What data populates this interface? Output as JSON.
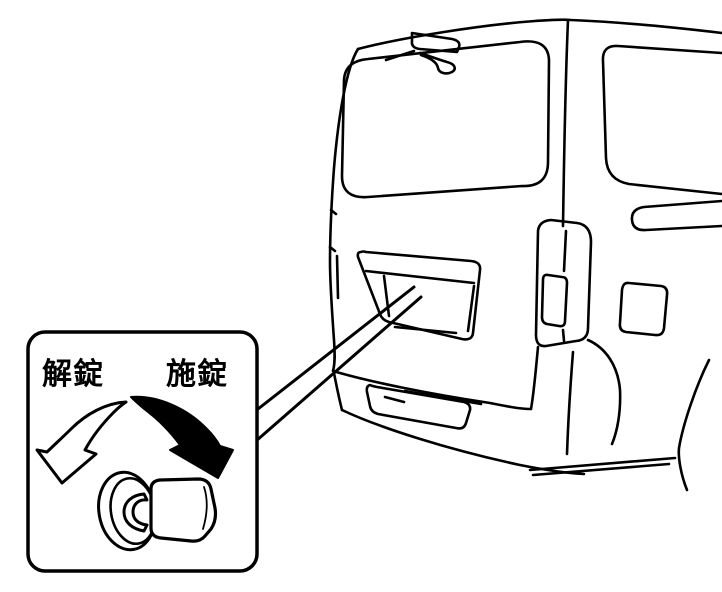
{
  "callout": {
    "unlock_label": "解錠",
    "lock_label": "施錠"
  },
  "colors": {
    "line": "#000000",
    "background": "#ffffff",
    "unlock_arrow_fill": "#ffffff",
    "lock_arrow_fill": "#000000"
  },
  "illustration": {
    "subject": "van-rear-three-quarter-line-drawing",
    "callout_icon": "key-in-lock-cylinder",
    "unlock_arrow_icon": "counterclockwise-curved-arrow",
    "lock_arrow_icon": "clockwise-curved-arrow",
    "pointer": "callout-pointer-to-back-door-handle"
  }
}
